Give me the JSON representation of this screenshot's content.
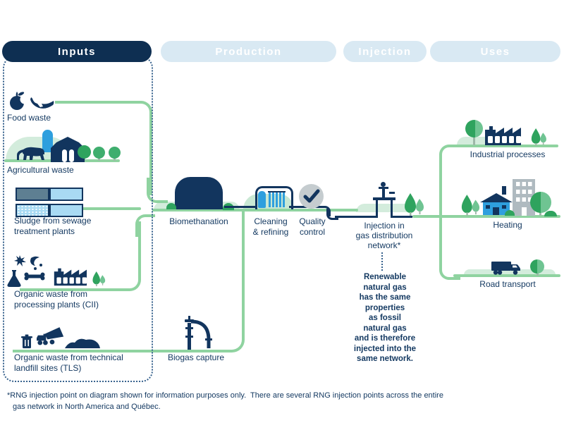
{
  "stages": {
    "inputs": "Inputs",
    "production": "Production",
    "injection": "Injection",
    "uses": "Uses"
  },
  "inputs": {
    "food_waste": "Food waste",
    "agricultural": "Agricultural waste",
    "sludge": "Sludge from sewage\ntreatment plants",
    "processing": "Organic waste from\nprocessing plants (CII)",
    "landfill": "Organic waste from technical\nlandfill sites (TLS)"
  },
  "production": {
    "biomethanation": "Biomethanation",
    "cleaning": "Cleaning\n& refining",
    "quality": "Quality\ncontrol",
    "biogas": "Biogas capture"
  },
  "injection": {
    "label": "Injection in\ngas distribution\nnetwork*",
    "note": "Renewable\nnatural gas\nhas the same\nproperties\nas fossil\nnatural gas\nand is therefore\ninjected into the\nsame network."
  },
  "uses": {
    "industrial": "Industrial processes",
    "heating": "Heating",
    "road": "Road transport"
  },
  "footnote": {
    "line1": "*RNG injection point on diagram shown for information purposes only.  There are several RNG injection points across the entire",
    "line2": "gas network in North America and Québec."
  },
  "colors": {
    "navy": "#12355E",
    "pill_inactive": "#D9E9F3",
    "line_green": "#8FD3A0",
    "tree_dark": "#2FA35E",
    "tree_light": "#6FC492",
    "blue": "#2E9FDE",
    "water": "#A9DAF3",
    "slate": "#5E7F92",
    "gray": "#AFBAC0",
    "check_circle": "#C5CCCF"
  }
}
